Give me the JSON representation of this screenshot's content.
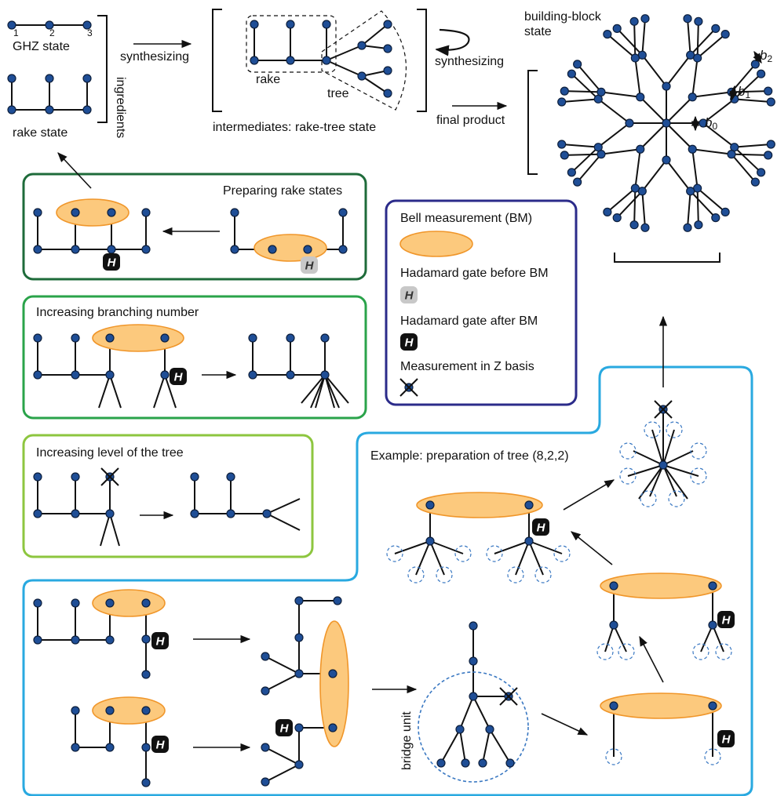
{
  "colors": {
    "node": "#1f4e96",
    "node_stroke": "#0d1f3c",
    "ellipse_fill": "#fcc97d",
    "ellipse_stroke": "#f0962a",
    "box_rake": "#1e6b3a",
    "box_branch": "#2aa34a",
    "box_level": "#8dc63f",
    "box_legend": "#2b2b8a",
    "box_example": "#29a9e0",
    "dashed_circle": "#3a78c2"
  },
  "top": {
    "ghz_label": "GHZ state",
    "ghz_indices": [
      "1",
      "2",
      "3"
    ],
    "rake_label": "rake state",
    "ingredients_label": "ingredients",
    "synthesizing_1": "synthesizing",
    "rake_part_label": "rake",
    "tree_part_label": "tree",
    "intermediates_label": "intermediates: rake-tree state",
    "synthesizing_2": "synthesizing",
    "final_product_label": "final product",
    "building_block_label": "building-block state",
    "b0": "b",
    "b0_sub": "0",
    "b1": "b",
    "b1_sub": "1",
    "b2": "b",
    "b2_sub": "2"
  },
  "panels": {
    "rake_title": "Preparing rake states",
    "branch_title": "Increasing branching number",
    "level_title": "Increasing level of the tree"
  },
  "legend": {
    "bm": "Bell measurement (BM)",
    "h_before": "Hadamard gate before BM",
    "h_after": "Hadamard gate after BM",
    "z_meas": "Measurement in Z basis"
  },
  "example": {
    "title": "Example: preparation of tree (8,2,2)",
    "bridge_label": "bridge unit"
  },
  "h_glyph": "H"
}
